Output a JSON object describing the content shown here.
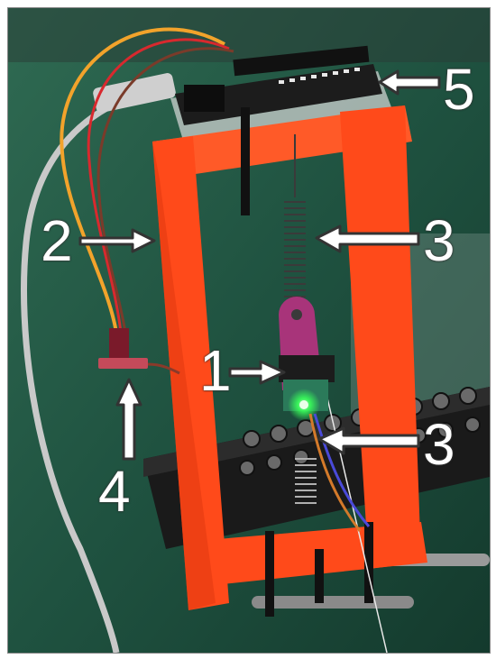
{
  "labels": {
    "one": "1",
    "two": "2",
    "three_top": "3",
    "three_bottom": "3",
    "four": "4",
    "five": "5"
  },
  "colors": {
    "frame_orange": "#ff4a1a",
    "background_green": "#1d4a3a",
    "sensor_purple": "#a8347a",
    "led_green": "#39ff5a"
  }
}
